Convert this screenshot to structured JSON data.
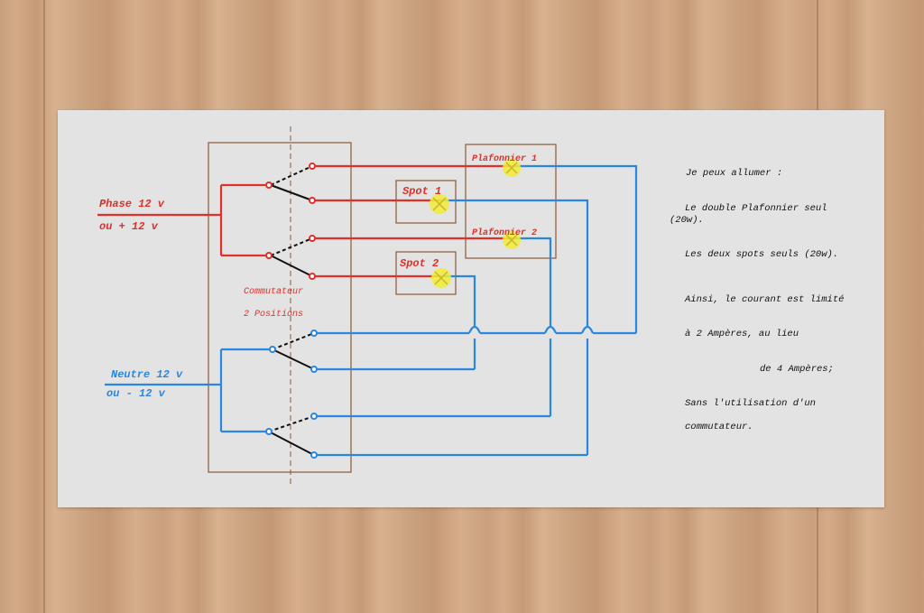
{
  "inputs": {
    "phase_line1": "Phase 12 v",
    "phase_line2": "ou + 12 v",
    "neutral_line1": "Neutre 12 v",
    "neutral_line2": "ou - 12 v"
  },
  "switch": {
    "label_line1": "Commutateur",
    "label_line2": "2 Positions"
  },
  "loads": {
    "plafonnier1": "Plafonnier 1",
    "plafonnier2": "Plafonnier 2",
    "spot1": "Spot 1",
    "spot2": "Spot 2"
  },
  "notes": {
    "line1": "Je peux allumer :",
    "line2a": "Le double Plafonnier seul",
    "line2b": "(20w).",
    "line3": "Les deux spots seuls (20w).",
    "line4": "Ainsi, le courant est limité",
    "line5": "à 2 Ampères, au lieu",
    "line6": "de 4 Ampères;",
    "line7": "Sans l'utilisation d'un",
    "line8": "commutateur."
  },
  "colors": {
    "phase_wire": "#e0302a",
    "neutral_wire": "#2a86e0",
    "box_outline": "#8a5a3a",
    "lamp": "#f2ec3a"
  }
}
